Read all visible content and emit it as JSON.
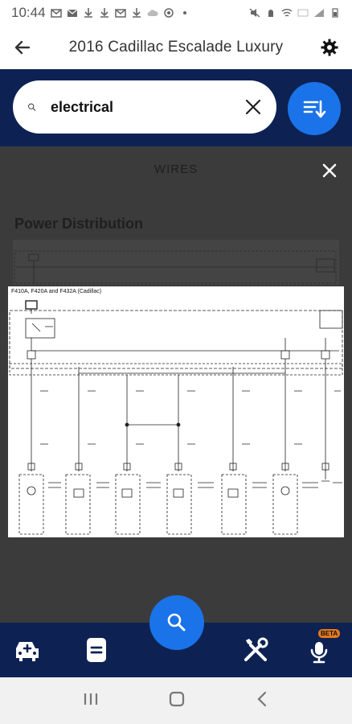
{
  "status_bar": {
    "time": "10:44"
  },
  "app_bar": {
    "title": "2016 Cadillac Escalade Luxury"
  },
  "search": {
    "value": "electrical"
  },
  "overlay": {
    "header": "WIRES",
    "section_title": "Power Distribution",
    "diagram_caption": "F410A, F420A and F432A (Cadillac)"
  },
  "bottom_nav": {
    "beta_badge": "BETA"
  },
  "colors": {
    "navy": "#0d2253",
    "accent": "#1a73e8",
    "badge": "#e8791a"
  },
  "icons": [
    "back-arrow-icon",
    "gear-icon",
    "search-icon",
    "close-icon",
    "sort-icon",
    "car-add-icon",
    "document-icon",
    "tools-icon",
    "microphone-icon"
  ]
}
